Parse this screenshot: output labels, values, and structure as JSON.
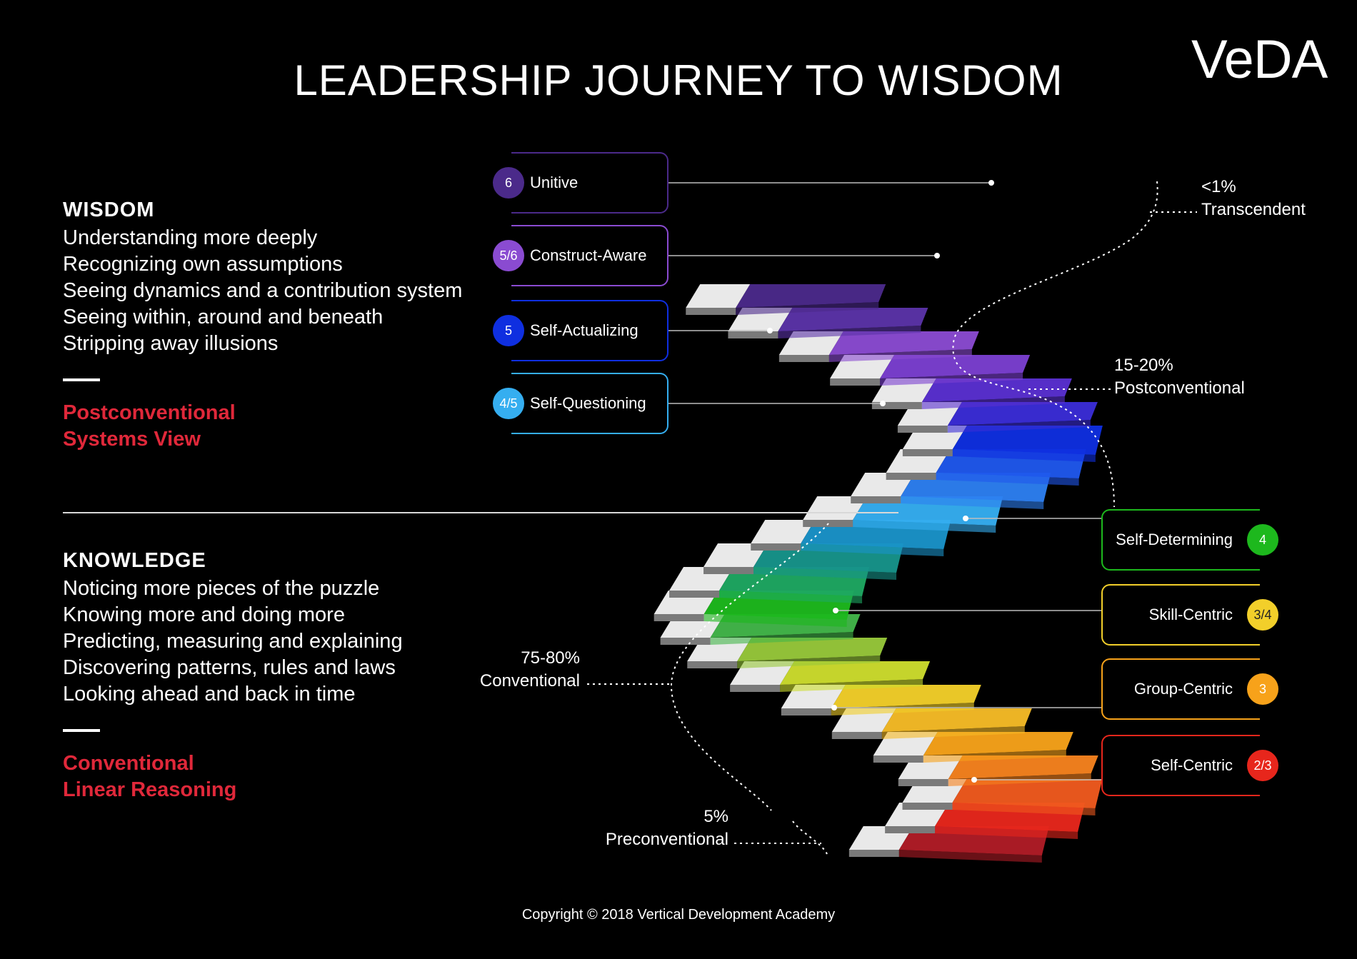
{
  "title": "LEADERSHIP JOURNEY TO WISDOM",
  "logo": "VeDA",
  "wisdom": {
    "heading": "WISDOM",
    "lines": [
      "Understanding more deeply",
      "Recognizing own assumptions",
      "Seeing dynamics and a contribution system",
      "Seeing within, around and beneath",
      "Stripping away illusions"
    ],
    "view": [
      "Postconventional",
      "Systems View"
    ]
  },
  "knowledge": {
    "heading": "KNOWLEDGE",
    "lines": [
      "Noticing more pieces of the puzzle",
      "Knowing more and doing more",
      "Predicting, measuring and explaining",
      "Discovering patterns, rules and laws",
      "Looking ahead and back in time"
    ],
    "view": [
      "Conventional",
      "Linear Reasoning"
    ]
  },
  "stages_left": [
    {
      "num": "6",
      "label": "Unitive",
      "color": "#4b2a8a"
    },
    {
      "num": "5/6",
      "label": "Construct-Aware",
      "color": "#8a4bd1"
    },
    {
      "num": "5",
      "label": "Self-Actualizing",
      "color": "#0f2fe0"
    },
    {
      "num": "4/5",
      "label": "Self-Questioning",
      "color": "#35aef0"
    }
  ],
  "stages_right": [
    {
      "num": "4",
      "label": "Self-Determining",
      "color": "#1db81d"
    },
    {
      "num": "3/4",
      "label": "Skill-Centric",
      "color": "#f2cf2a"
    },
    {
      "num": "3",
      "label": "Group-Centric",
      "color": "#f7a21a"
    },
    {
      "num": "2/3",
      "label": "Self-Centric",
      "color": "#e7261c"
    }
  ],
  "percentages": {
    "transcendent": {
      "pct": "<1%",
      "label": "Transcendent"
    },
    "postconventional": {
      "pct": "15-20%",
      "label": "Postconventional"
    },
    "conventional": {
      "pct": "75-80%",
      "label": "Conventional"
    },
    "preconventional": {
      "pct": "5%",
      "label": "Preconventional"
    }
  },
  "copyright": "Copyright © 2018 Vertical Development Academy"
}
